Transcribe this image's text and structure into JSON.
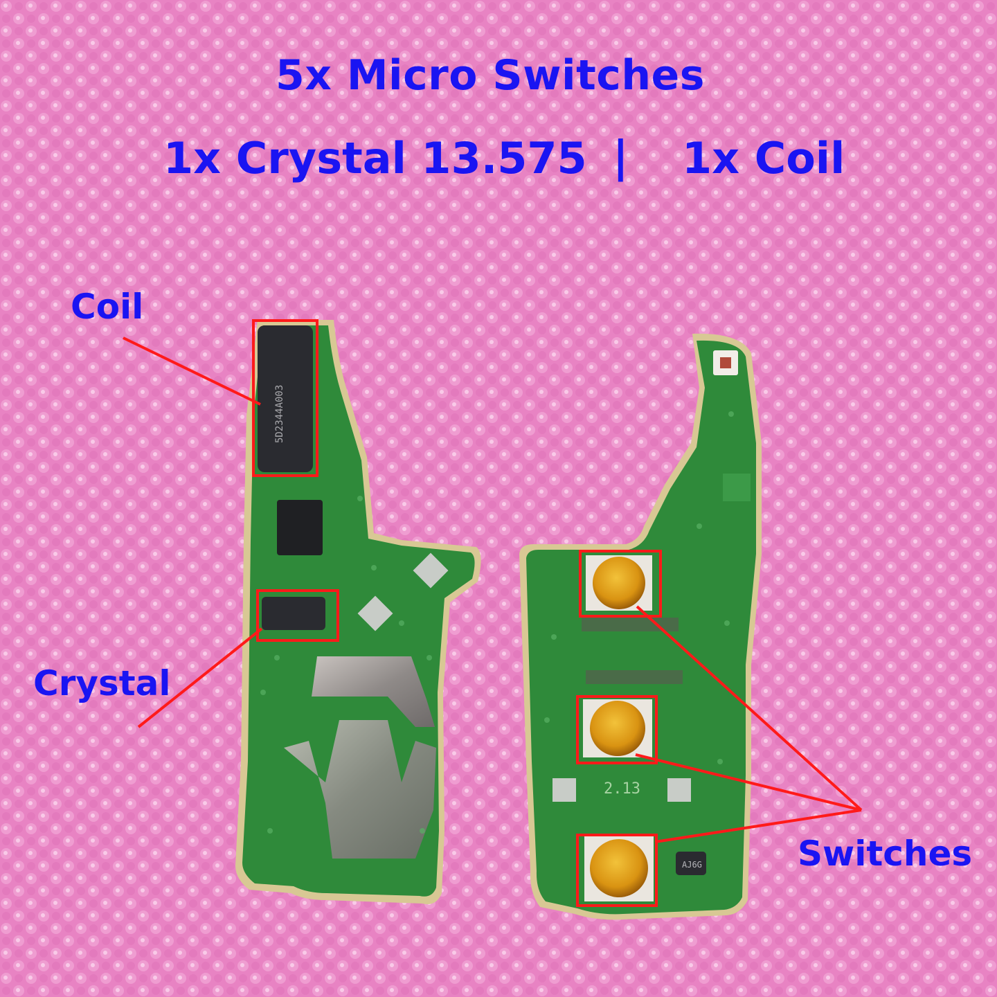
{
  "header": {
    "line1": "5x Micro Switches",
    "line2_left": "1x Crystal 13.575",
    "separator": "|",
    "line2_right": "1x Coil"
  },
  "labels": {
    "coil": "Coil",
    "crystal": "Crystal",
    "switches": "Switches"
  },
  "pcb_text": {
    "board_version": "2.13",
    "coil_marking": "5D2344A003",
    "crystal_marking": "AJ6G"
  },
  "colors": {
    "background": "#e883c3",
    "pcb_green": "#2f8a3a",
    "pcb_edge": "#d8c894",
    "annotation_red": "#ff1a1a",
    "caption_blue": "#1a14f2",
    "switch_gold": "#e0a019"
  }
}
